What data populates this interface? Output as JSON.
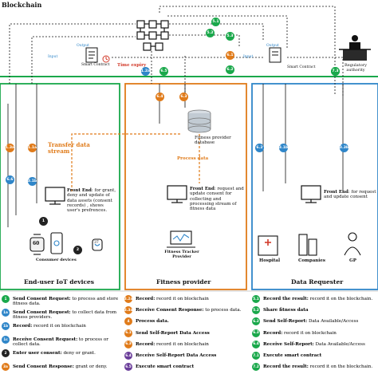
{
  "header": {
    "title": "Blockchain"
  },
  "colors": {
    "green": "#1aa84b",
    "orange": "#e07b1a",
    "blue": "#2f86c9",
    "purple": "#6a3d9a",
    "brown": "#b75a18",
    "red": "#d23a2a"
  },
  "labels": {
    "smart_contract": "Smart Contract",
    "time_expiry": "Time expiry",
    "input": "Input",
    "output": "Output",
    "regulatory_authority": "Regulatory authority",
    "transfer_data_stream": "Transfer data stream",
    "process_data": "Process data",
    "fitness_provider_database": "Fitness provider database",
    "user_front_end_bold": "Front End",
    "user_front_end_text": ": for grant, deny and update of data assets (consent records) , shows user's prefrences.",
    "provider_front_end_bold": "Front End",
    "provider_front_end_text": ": request and update consent  for collecting and processing stream of fitness data",
    "requester_front_end_bold": "Front End",
    "requester_front_end_text": ": for request and update consent",
    "consumer_devices": "Consumer devices",
    "fitness_tracker_provider": "Fitness Tracker Provider",
    "hospital": "Hospital",
    "companies": "Companies",
    "gp": "GP",
    "device_bpm": "60",
    "device_temp": "37",
    "num_1": "1",
    "num_2": "2"
  },
  "sections": {
    "user": "End-user IoT devices",
    "provider": "Fitness provider",
    "requester": "Data Requester"
  },
  "legend": {
    "col1": [
      {
        "id": "1",
        "bold": "Send Consent Request:",
        "text": " to process and store fitness data."
      },
      {
        "id": "1a",
        "bold": "Send Consent Request:",
        "text": " to collect data from fitness providers."
      },
      {
        "id": "1b",
        "bold": "Record:",
        "text": " record it on blockchain"
      },
      {
        "id": "1c",
        "bold": "Receive Consent Request:",
        "text": " to process or collect data."
      },
      {
        "id": "2",
        "bold": "Enter user consent:",
        "text": " deny or grant."
      },
      {
        "id": "3a",
        "bold": "Send Consent Response:",
        "text": " grant or deny."
      }
    ],
    "col2": [
      {
        "id": "3.2a",
        "bold": "Record:",
        "text": " record it on blockchain"
      },
      {
        "id": "3.3a",
        "bold": "Receive Consent Response:",
        "text": " to process data."
      },
      {
        "id": "4",
        "bold": "Process data.",
        "text": ""
      },
      {
        "id": "6.1",
        "bold": "Send Self-Report Data Access",
        "text": ""
      },
      {
        "id": "6.3",
        "bold": "Record:",
        "text": " record it on blockchain"
      },
      {
        "id": "6.4",
        "bold": "Receive Self-Report Data Access",
        "text": ""
      },
      {
        "id": "6.5",
        "bold": "Execute smart contract",
        "text": ""
      }
    ],
    "col3": [
      {
        "id": "5.1",
        "bold": "Record the result:",
        "text": " record it on the blockchain."
      },
      {
        "id": "5.2",
        "bold": "Share fitness data",
        "text": ""
      },
      {
        "id": "6.2",
        "bold": "Send Self-Report:",
        "text": " Data Available/Access"
      },
      {
        "id": "6.3",
        "bold": "Record:",
        "text": " record it on blockchain"
      },
      {
        "id": "6.4",
        "bold": "Receive Self-Report:",
        "text": " Data Available/Access"
      },
      {
        "id": "7.1",
        "bold": "Execute smart contract",
        "text": ""
      },
      {
        "id": "7.2",
        "bold": "Record the result:",
        "text": " record it on the blockchain."
      }
    ]
  },
  "badges": [
    {
      "id": "1.3a",
      "color": "#e07b1a"
    },
    {
      "id": "1.1a",
      "color": "#e07b1a"
    },
    {
      "id": "6.6",
      "color": "#2f86c9"
    },
    {
      "id": "3.1b",
      "color": "#2f86c9"
    },
    {
      "id": "1.2a",
      "color": "#2f86c9"
    },
    {
      "id": "6.5",
      "color": "#1aa84b"
    },
    {
      "id": "6.4",
      "color": "#e07b1a"
    },
    {
      "id": "6.3",
      "color": "#e07b1a"
    },
    {
      "id": "6.1",
      "color": "#e07b1a"
    },
    {
      "id": "6.2",
      "color": "#1aa84b"
    },
    {
      "id": "5.1",
      "color": "#1aa84b"
    },
    {
      "id": "5.2",
      "color": "#1aa84b"
    },
    {
      "id": "5.3",
      "color": "#1aa84b"
    },
    {
      "id": "7.2",
      "color": "#1aa84b"
    },
    {
      "id": "7.3",
      "color": "#1aa84b"
    },
    {
      "id": "6.2",
      "color": "#2f86c9"
    },
    {
      "id": "3.1b",
      "color": "#2f86c9"
    },
    {
      "id": "3.3b",
      "color": "#2f86c9"
    }
  ]
}
